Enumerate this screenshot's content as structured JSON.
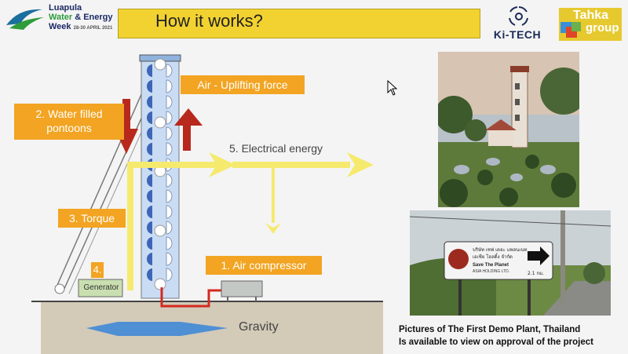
{
  "header": {
    "event_line1": "Luapula",
    "event_line2_part1": "Water",
    "event_line2_part2": "& Energy",
    "event_line3": "Week",
    "event_dates": "28-30 APRIL 2021",
    "slide_title": "How it works?",
    "kitech_logo": "Ki-TECH",
    "tahka_logo_line1": "Tahka",
    "tahka_logo_line2": "group"
  },
  "diagram": {
    "label_air": "Air - Uplifting force",
    "label_water": "2. Water filled\npontoons",
    "label_torque": "3. Torque",
    "label_generator_num": "4.",
    "label_generator": "Generator",
    "label_electrical": "5. Electrical energy",
    "label_compressor": "1. Air compressor",
    "label_gravity": "Gravity"
  },
  "photos": {
    "sign_line1": "บริษัท เซฟ เดอะ แพลนเนท",
    "sign_line2": "เอเชีย โฮลดิ้ง จำกัด",
    "sign_line3": "Save The Planet",
    "sign_line4": "ASIA HOLDING LTD.",
    "sign_distance": "2.1 กม.",
    "caption_line1": "Pictures of The First Demo Plant, Thailand",
    "caption_line2": "Is available to view on approval of the project"
  },
  "colors": {
    "banner": "#f2d230",
    "label_orange": "#f2a422",
    "arrow_red": "#b8281c",
    "energy_yellow": "#f5ea6e",
    "tower_blue": "#c9dcf4"
  }
}
